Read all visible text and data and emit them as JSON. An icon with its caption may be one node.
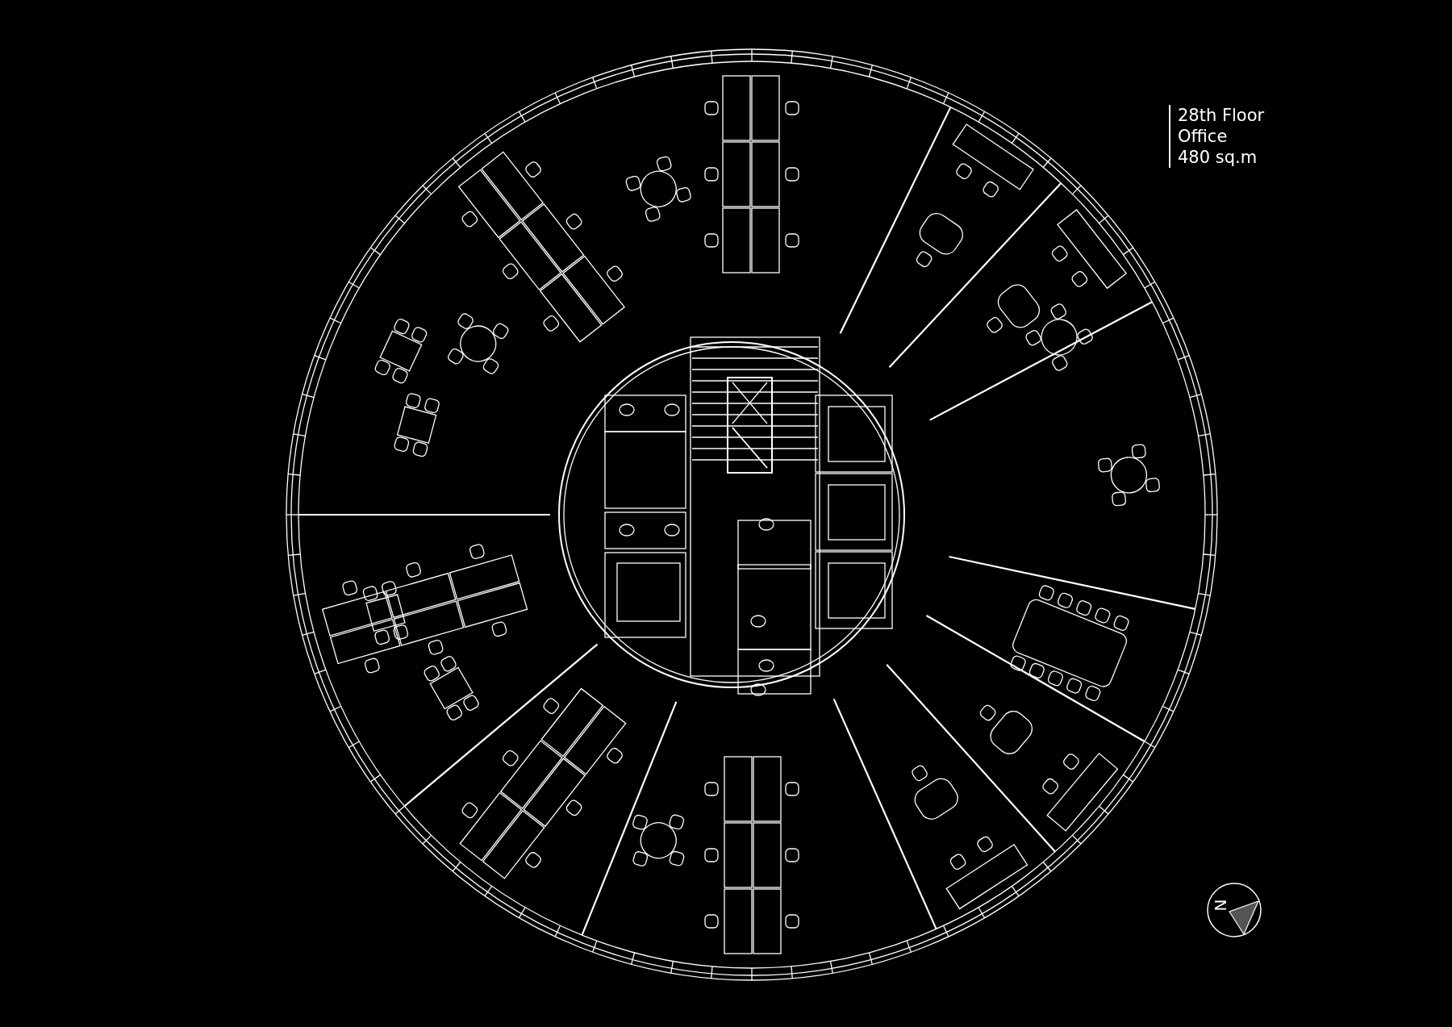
{
  "diagram": {
    "labels": [
      "28th Floor",
      "Office",
      "480 sq.m",
      "N"
    ]
  }
}
